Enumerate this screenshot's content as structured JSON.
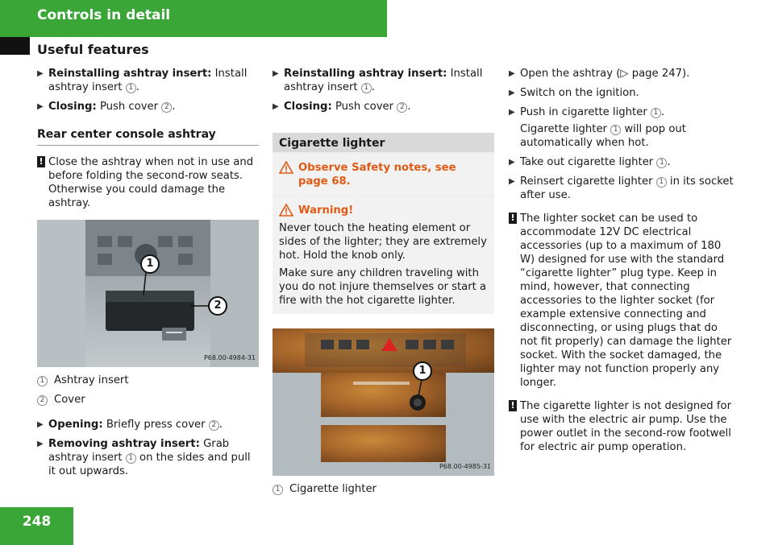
{
  "header": {
    "title": "Controls in detail",
    "subtitle": "Useful features"
  },
  "page_number": "248",
  "col1": {
    "step1_label": "Reinstalling ashtray insert:",
    "step1_text_a": "Install ashtray insert",
    "step1_num": "1",
    "step1_end": ".",
    "step2_label": "Closing:",
    "step2_text": "Push cover",
    "step2_num": "2",
    "step2_end": ".",
    "section_title": "Rear center console ashtray",
    "note_mark": "!",
    "note_text": "Close the ashtray when not in use and before folding the second-row seats. Otherwise you could damage the ashtray.",
    "photo_code": "P68.00-4984-31",
    "callout1": "1",
    "callout2": "2",
    "legend": [
      {
        "num": "1",
        "text": "Ashtray insert"
      },
      {
        "num": "2",
        "text": "Cover"
      }
    ],
    "step3_label": "Opening:",
    "step3_text": "Briefly press cover",
    "step3_num": "2",
    "step3_end": ".",
    "step4_label": "Removing ashtray insert:",
    "step4_text_a": "Grab ashtray insert",
    "step4_num": "1",
    "step4_text_b": "on the sides and pull it out upwards."
  },
  "col2": {
    "step1_label": "Reinstalling ashtray insert:",
    "step1_text_a": "Install ashtray insert",
    "step1_num": "1",
    "step1_end": ".",
    "step2_label": "Closing:",
    "step2_text": "Push cover",
    "step2_num": "2",
    "step2_end": ".",
    "box_title": "Cigarette lighter",
    "safety_line1": "Observe Safety notes, see",
    "safety_line2": "page 68.",
    "warning_title": "Warning!",
    "warning_p1": "Never touch the heating element or sides of the lighter; they are extremely hot. Hold the knob only.",
    "warning_p2": "Make sure any children traveling with you do not injure themselves or start a fire with the hot cigarette lighter.",
    "photo_code": "P68.00-4985-31",
    "callout1": "1",
    "legend_num": "1",
    "legend_text": "Cigarette lighter"
  },
  "col3": {
    "step1_text": "Open the ashtray (",
    "step1_ref": "▷ page 247",
    "step1_end": ").",
    "step2_text": "Switch on the ignition.",
    "step3_text": "Push in cigarette lighter",
    "step3_num": "1",
    "step3_end": ".",
    "step3_note_a": "Cigarette lighter",
    "step3_note_num": "1",
    "step3_note_b": "will pop out automatically when hot.",
    "step4_text": "Take out cigarette lighter",
    "step4_num": "1",
    "step4_end": ".",
    "step5_text_a": "Reinsert cigarette lighter",
    "step5_num": "1",
    "step5_text_b": "in its socket after use.",
    "note1_mark": "!",
    "note1_text": "The lighter socket can be used to accommodate 12V DC electrical accessories (up to a maximum of 180 W) designed for use with the standard “cigarette lighter” plug type. Keep in mind, however, that connecting accessories to the lighter socket (for example extensive connecting and disconnecting, or using plugs that do not fit properly) can damage the lighter socket. With the socket damaged, the lighter may not function properly any longer.",
    "note2_mark": "!",
    "note2_text": "The cigarette lighter is not designed for use with the electric air pump. Use the power outlet in the second-row footwell for electric air pump operation."
  },
  "colors": {
    "brand_green": "#3ba638",
    "warning_orange": "#e05a14",
    "box_header_gray": "#d9d9d9"
  }
}
